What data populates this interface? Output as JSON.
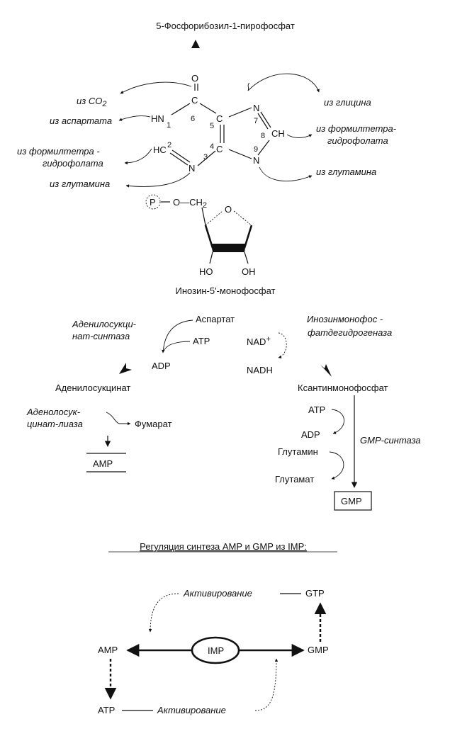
{
  "structure": {
    "title": "5-Фосфорибозил-1-пирофосфат",
    "atoms": {
      "o": "O",
      "c6": "C",
      "c5": "C",
      "c4": "C",
      "n7": "N",
      "ch8": "CH",
      "n9": "N",
      "hn1": "HN",
      "hc2": "HC",
      "n3": "N",
      "p": "P",
      "och2": "O—CH",
      "ring_o": "O",
      "oh_left": "HO",
      "oh_right": "OH"
    },
    "numbers": {
      "n1": "1",
      "n2": "2",
      "n3": "3",
      "n4": "4",
      "n5": "5",
      "n6": "6",
      "n7": "7",
      "n8": "8",
      "n9": "9",
      "sub2": "2"
    },
    "sources": {
      "co2": "из CO",
      "co2_sub": "2",
      "aspartate": "из аспартата",
      "formyl_left_1": "из формилтетра -",
      "formyl_left_2": "гидрофолата",
      "glutamine_left": "из глутамина",
      "glycine": "из глицина",
      "formyl_right_1": "из формилтетра-",
      "formyl_right_2": "гидрофолата",
      "glutamine_right": "из глутамина"
    },
    "product": "Инозин-5'-монофосфат"
  },
  "pathways": {
    "amp": {
      "enzyme1_line1": "Аденилосукци-",
      "enzyme1_line2": "нат-синтаза",
      "aspartate": "Аспартат",
      "atp": "ATP",
      "adp": "ADP",
      "adenylosuccinate": "Аденилосукцинат",
      "enzyme2_line1": "Аденолосук-",
      "enzyme2_line2": "цинат-лиаза",
      "fumarate": "Фумарат",
      "amp": "AMP"
    },
    "gmp": {
      "enzyme1_line1": "Инозинмонофос -",
      "enzyme1_line2": "фатдегидрогеназа",
      "nad": "NAD",
      "nad_sup": "+",
      "nadh": "NADH",
      "xmp": "Ксантинмонофосфат",
      "atp": "ATP",
      "adp": "ADP",
      "glutamine": "Глутамин",
      "glutamate": "Глутамат",
      "enzyme2": "GMP-синтаза",
      "gmp": "GMP"
    }
  },
  "regulation": {
    "title": "Регуляция синтеза AMP и GMP из  IMP:",
    "activation_top": "Активирование",
    "gtp": "GTP",
    "amp": "AMP",
    "imp": "IMP",
    "gmp": "GMP",
    "atp": "ATP",
    "activation_bottom": "Активирование"
  }
}
